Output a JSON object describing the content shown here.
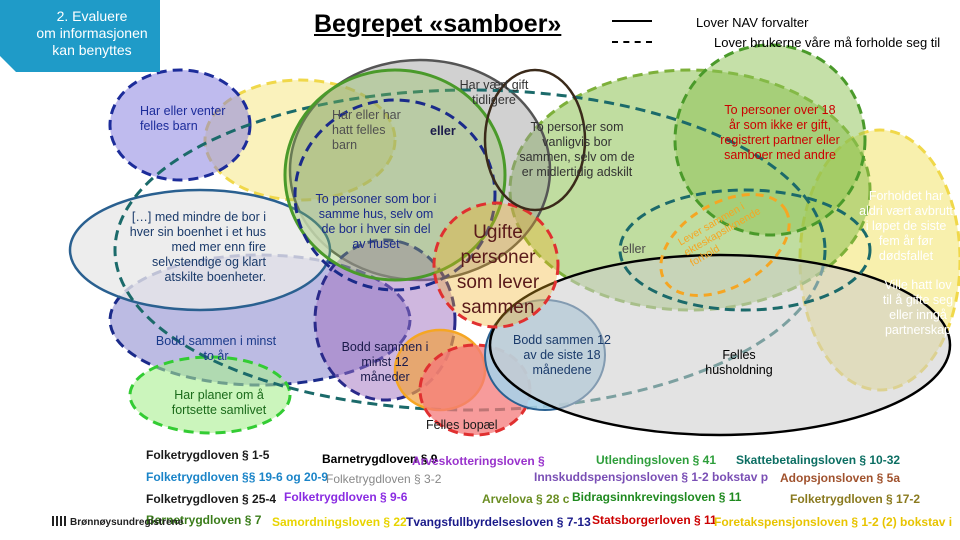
{
  "badge": {
    "line1": "2. Evaluere",
    "line2": "om informasjonen",
    "line3": "kan benyttes",
    "color": "#1f9bc8"
  },
  "title": "Begrepet «samboer»",
  "legend": {
    "solid": "Lover NAV forvalter",
    "dashed": "Lover brukerne våre må forholde seg til"
  },
  "center": "Ugifte personer som lever sammen",
  "labels": {
    "har_venter": "Har eller venter felles barn",
    "har_hatt": "Har eller har hatt felles barn",
    "eller_1": "eller",
    "har_vaert_gift": "Har vært gift tidligere",
    "to_personer": "To personer som vanligvis bor sammen, selv om de er midlertidig adskilt",
    "over_18": "To personer over 18 år som ikke er gift, registrert partner eller samboer med andre",
    "mindre_de": "[…] med mindre de bor i hver sin boenhet i et hus med mer enn fire selvstendige og klart atskilte boenheter.",
    "bor_i_samme": "To personer som bor i samme hus, selv om de bor i hver sin del av huset",
    "eller_2": "eller",
    "lever_sammen": "Lever sammen i ekteskapsliknende forhold",
    "forholdet": "Forholdet har aldri vært avbrutt i løpet de siste fem år før dødsfallet",
    "ville_hatt": "Ville hatt lov til å gifte seg eller inngå partnerskap",
    "bodd_min_to": "Bodd sammen i minst to år",
    "planer": "Har planer om å fortsette samlivet",
    "bodd_12": "Bodd sammen i minst 12 måneder",
    "bodd_12_18": "Bodd sammen 12 av de siste 18 månedene",
    "felles_husholdning": "Felles husholdning",
    "felles_bopel": "Felles bopæl"
  },
  "laws": [
    {
      "text": "Folketrygdloven § 1-5",
      "color": "#1a1a1a"
    },
    {
      "text": "Barnetrygdloven § 9",
      "color": "#000000"
    },
    {
      "text": "Arveskotteringsloven §",
      "color": "#9933cc"
    },
    {
      "text": "Utlendingsloven § 41",
      "color": "#2d9e3a"
    },
    {
      "text": "Skattebetalingsloven § 10-32",
      "color": "#0b6e62"
    },
    {
      "text": "Folketrygdloven §§ 19-6 og 20-9",
      "color": "#1a84c8"
    },
    {
      "text": "Folketrygdloven § 3-2",
      "color": "#888888"
    },
    {
      "text": "Innskuddspensjonsloven § 1-2 bokstav p",
      "color": "#7a4fb5"
    },
    {
      "text": "Adopsjonsloven § 5a",
      "color": "#a0522d"
    },
    {
      "text": "Folketrygdloven § 25-4",
      "color": "#1a1a1a"
    },
    {
      "text": "Folketrygdloven § 9-6",
      "color": "#8a2be2"
    },
    {
      "text": "Arvelova § 28 c",
      "color": "#6b8e23"
    },
    {
      "text": "Bidragsinnkrevingsloven § 11",
      "color": "#1f8a1f"
    },
    {
      "text": "Folketrygdloven § 17-2",
      "color": "#8a7a1f"
    },
    {
      "text": "Barnetrygdloven § 7",
      "color": "#3a7d1a"
    },
    {
      "text": "Samordningsloven § 22",
      "color": "#e8d400"
    },
    {
      "text": "Tvangsfullbyrdelsesloven § 7-13",
      "color": "#1a1a8a"
    },
    {
      "text": "Statsborgerloven § 11",
      "color": "#cc0000"
    },
    {
      "text": "Foretakspensjonsloven § 1-2 (2) bokstav i",
      "color": "#e8c400"
    }
  ],
  "logo": "Brønnøysundregistrene"
}
